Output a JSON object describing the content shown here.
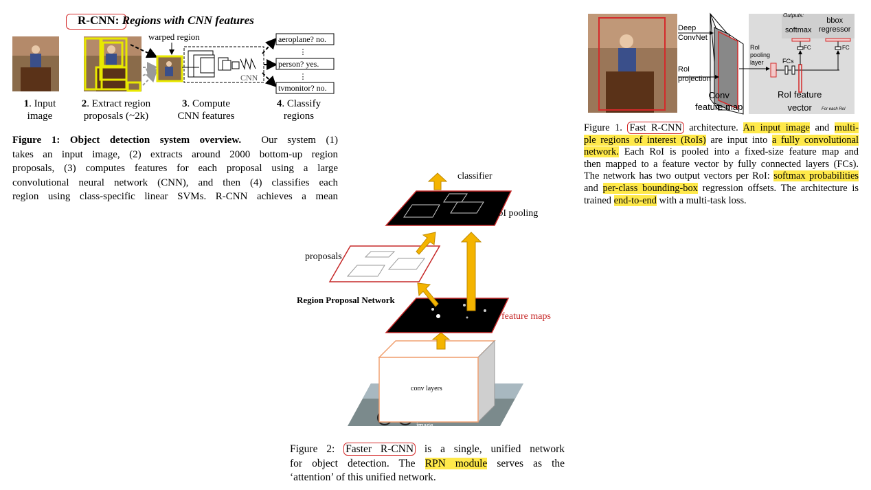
{
  "rcnn": {
    "title_label": "R-CNN:",
    "title_rest": "Regions with CNN features",
    "warped_region": "warped region",
    "cnn_label": "CNN",
    "outputs": [
      "aeroplane? no.",
      "person? yes.",
      "tvmonitor? no."
    ],
    "steps": [
      {
        "num": "1",
        "text1": ". Input",
        "text2": "image"
      },
      {
        "num": "2",
        "text1": ". Extract region",
        "text2": "proposals (~2k)"
      },
      {
        "num": "3",
        "text1": ". Compute",
        "text2": "CNN features"
      },
      {
        "num": "4",
        "text1": ". Classify",
        "text2": "regions"
      }
    ],
    "caption_bold": "Figure 1: Object detection system overview.",
    "caption_lines": [
      "Our system (1)",
      "takes an input image, (2) extracts around 2000 bottom-up region",
      "proposals, (3) computes features for each proposal using a large",
      "convolutional neural network (CNN), and then (4) classifies each",
      "region using class-specific linear SVMs. R-CNN achieves a mean"
    ]
  },
  "faster": {
    "classifier": "classifier",
    "roi_pooling": "RoI pooling",
    "proposals": "proposals",
    "rpn": "Region Proposal Network",
    "feature_maps": "feature maps",
    "conv_layers": "conv layers",
    "image": "image",
    "cap_prefix": "Figure 2:",
    "cap_boxed": "Faster R-CNN",
    "cap_mid": "is a single, unified network",
    "cap_line2_a": "for object detection. The",
    "cap_line2_hl": "RPN module",
    "cap_line2_b": "serves as the",
    "cap_line3": "‘attention’ of this unified network."
  },
  "fast": {
    "deep_convnet_1": "Deep",
    "deep_convnet_2": "ConvNet",
    "roi_projection_1": "RoI",
    "roi_projection_2": "projection",
    "conv_fm_1": "Conv",
    "conv_fm_2": "feature map",
    "roi_pool_1": "RoI",
    "roi_pool_2": "pooling",
    "roi_pool_3": "layer",
    "fcs": "FCs",
    "fc": "FC",
    "outputs": "Outputs:",
    "softmax": "softmax",
    "bbox_1": "bbox",
    "bbox_2": "regressor",
    "roi_vec_1": "RoI feature",
    "roi_vec_2": "vector",
    "for_each": "For each RoI",
    "cap": {
      "l1_a": "Figure 1.",
      "l1_box": "Fast R-CNN",
      "l1_b": "architecture.",
      "l1_hl1": "An input image",
      "l1_c": "and",
      "l1_hl2": "multi-",
      "l2_hl": "ple regions of interest (RoIs)",
      "l2_a": "are input into",
      "l2_hl2": "a fully convolutional",
      "l3_hl": "network.",
      "l3_a": "Each RoI is pooled into a fixed-size feature map and",
      "l4": "then mapped to a feature vector by fully connected layers (FCs).",
      "l5_a": "The network has two output vectors per RoI:",
      "l5_hl": "softmax probabilities",
      "l6_a": "and",
      "l6_hl": "per-class bounding-box",
      "l6_b": "regression offsets. The architecture is",
      "l7_a": "trained",
      "l7_hl": "end-to-end",
      "l7_b": "with a multi-task loss."
    }
  },
  "colors": {
    "highlight": "#ffe94a",
    "box_red": "#d42a2a",
    "arrow_orange": "#f4b400",
    "proposal_yellow": "#e8e800"
  }
}
